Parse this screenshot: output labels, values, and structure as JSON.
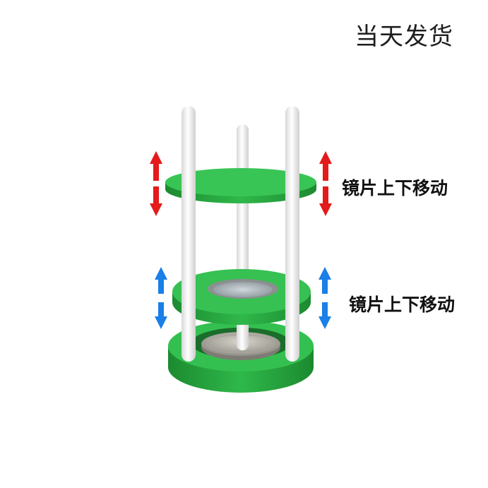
{
  "header": {
    "shipping_text": "当天发货"
  },
  "annotations": {
    "top_lens_label": "镜片上下移动",
    "bottom_lens_label": "镜片上下移动"
  },
  "colors": {
    "ring_green": "#2fb34a",
    "ring_green_dark": "#1f8a35",
    "rod_white": "#f2f2f2",
    "arrow_red": "#e31b1b",
    "arrow_blue": "#1a7fe6",
    "coin_gray": "#b8b8b0"
  },
  "icons": [
    "double-arrow-red-icon",
    "double-arrow-blue-icon"
  ]
}
